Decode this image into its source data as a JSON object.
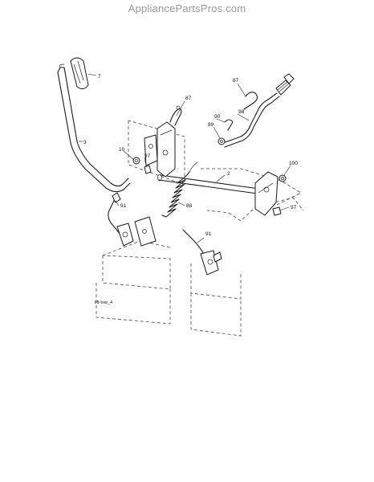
{
  "watermark": "AppliancePartsPros.com",
  "diagram_code": "lift-tow_4",
  "callouts": {
    "c7": "7",
    "c87a": "87",
    "c87b": "87",
    "c3": "3",
    "c90": "90",
    "c98": "98",
    "c89": "89",
    "c10": "10",
    "c97a": "97",
    "c2": "2",
    "c100": "100",
    "c88": "88",
    "c91a": "91",
    "c97b": "97",
    "c91b": "91"
  }
}
